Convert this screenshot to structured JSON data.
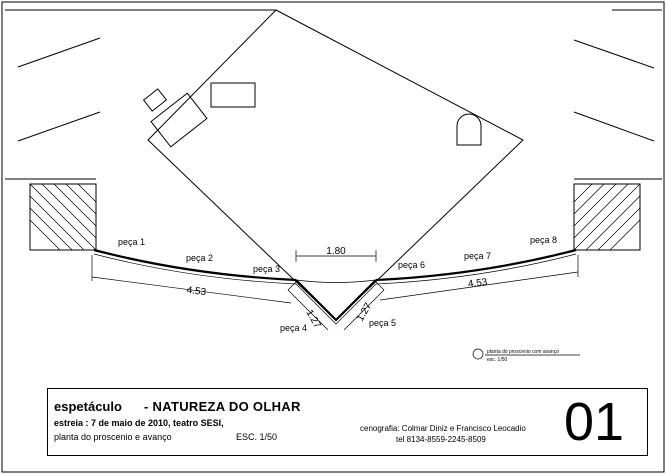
{
  "plan": {
    "dimensions": {
      "opening_width": "1.80",
      "left_run": "4.53",
      "right_run": "4.53",
      "left_segment": "1.27",
      "right_segment": "1.27"
    },
    "pieces": [
      "peça 1",
      "peça 2",
      "peça 3",
      "peça 4",
      "peça 5",
      "peça 6",
      "peça 7",
      "peça 8"
    ],
    "legend": {
      "line1": "planta do proscenio com avanço",
      "line2": "esc. 1/50"
    }
  },
  "title_block": {
    "show_label": "espetáculo",
    "show_title": "- NATUREZA DO OLHAR",
    "premiere": "estreia : 7 de maio de 2010, teatro SESI,",
    "plan_name": "planta  do proscenio e avanço",
    "scale": "ESC. 1/50",
    "credits": "cenografia: Colmar Diniz e Francisco Leocadio",
    "phone": "tel 8134-8559-2245-8509",
    "sheet_number": "01"
  }
}
